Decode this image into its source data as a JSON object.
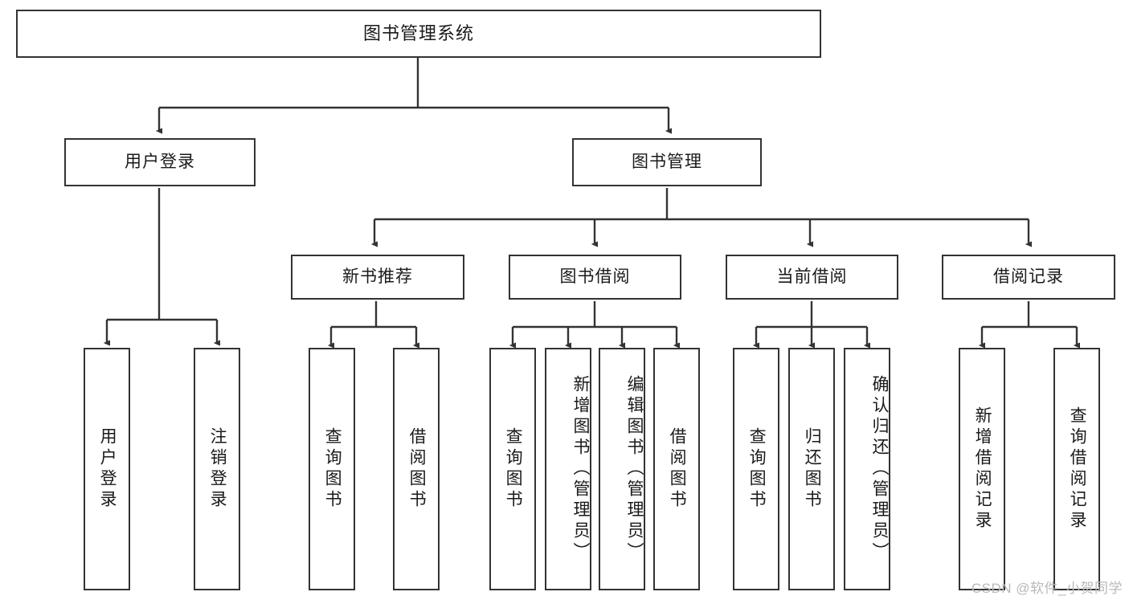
{
  "diagram": {
    "type": "tree",
    "title": "图书管理系统",
    "root": {
      "label": "图书管理系统"
    },
    "level1": [
      {
        "label": "用户登录"
      },
      {
        "label": "图书管理"
      }
    ],
    "level2": [
      {
        "label": "新书推荐"
      },
      {
        "label": "图书借阅"
      },
      {
        "label": "当前借阅"
      },
      {
        "label": "借阅记录"
      }
    ],
    "leaves": {
      "user_login": [
        {
          "label": "用户登录"
        },
        {
          "label": "注销登录"
        }
      ],
      "new_book_recommend": [
        {
          "label": "查询图书"
        },
        {
          "label": "借阅图书"
        }
      ],
      "book_borrow": [
        {
          "label": "查询图书"
        },
        {
          "label": "新增图书（管理员）"
        },
        {
          "label": "编辑图书（管理员）"
        },
        {
          "label": "借阅图书"
        }
      ],
      "current_borrow": [
        {
          "label": "查询图书"
        },
        {
          "label": "归还图书"
        },
        {
          "label": "确认归还（管理员）"
        }
      ],
      "borrow_record": [
        {
          "label": "新增借阅记录"
        },
        {
          "label": "查询借阅记录"
        }
      ]
    }
  },
  "watermark": {
    "text": "CSDN @软件_小贺同学"
  },
  "colors": {
    "border": "#333333",
    "text": "#1a1a1a",
    "background": "#ffffff",
    "watermark": "#b9b9b9"
  }
}
